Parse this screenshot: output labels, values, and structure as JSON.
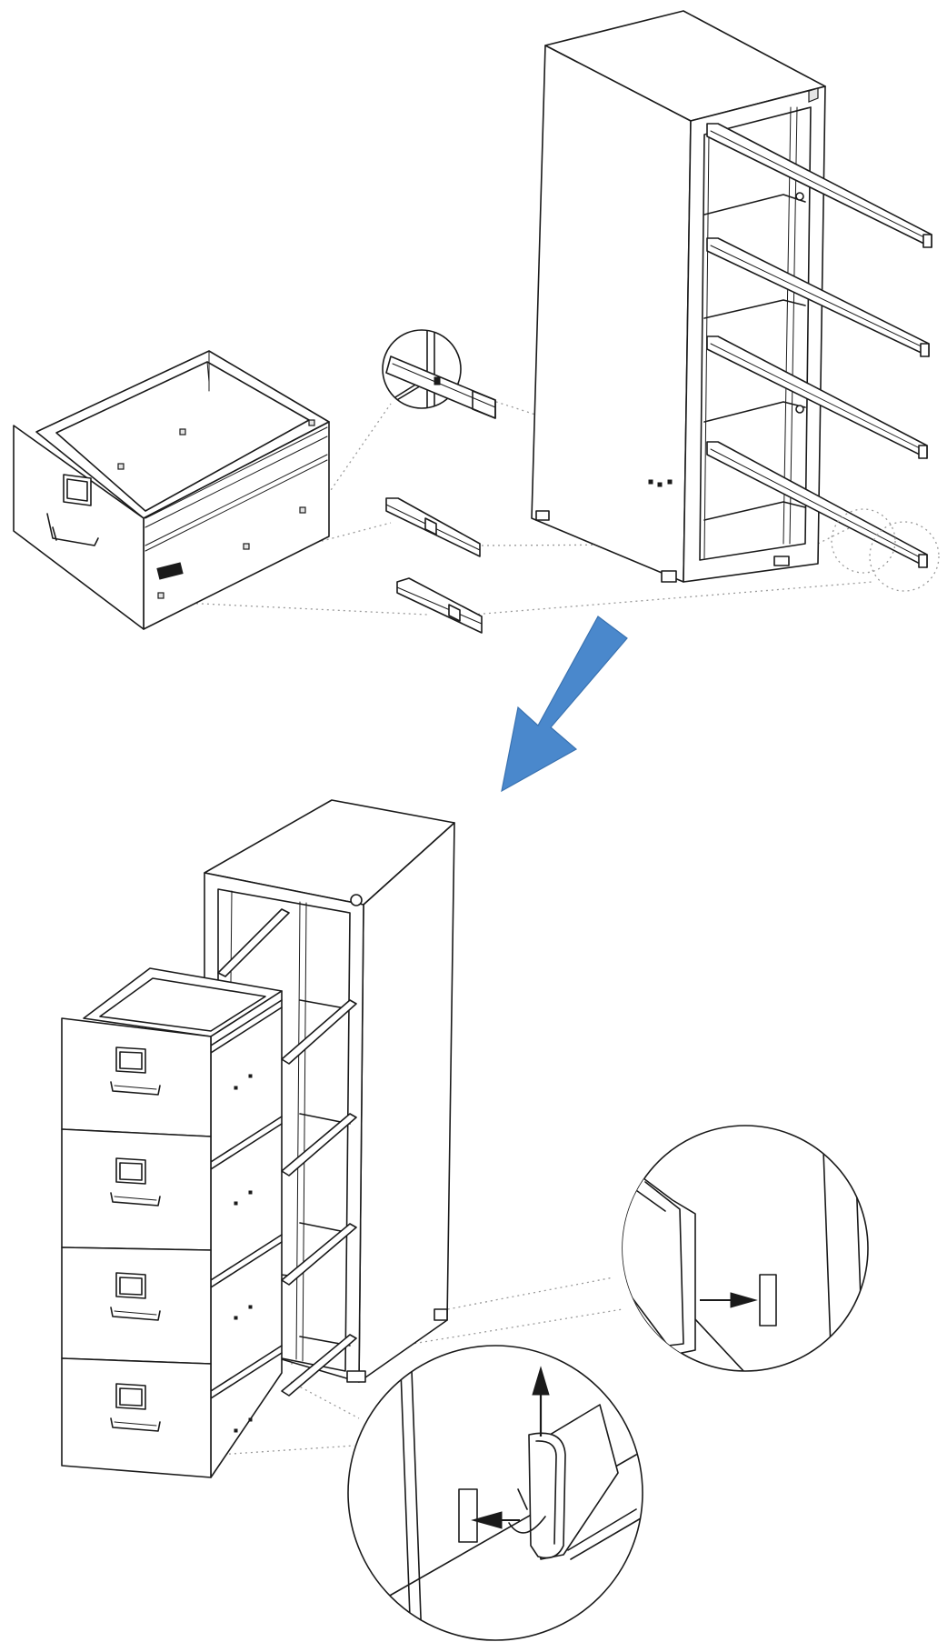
{
  "colors": {
    "line": "#1a1a1a",
    "background": "#ffffff",
    "arrow_fill": "#4a88cc",
    "arrow_stroke": "#3a72b0",
    "leader": "#9a9a9a"
  },
  "icons": {
    "down_arrow": "arrow-down-left-icon",
    "detail_arrow": "arrow-right-icon",
    "release_arrow": "arrow-up-icon",
    "push_arrow": "arrow-left-icon"
  },
  "steps": [
    {
      "id": "step-1",
      "drawers_installed": 0,
      "slides_extended": 4
    },
    {
      "id": "step-2",
      "drawers_installed": 4,
      "slides_extended": 4
    }
  ]
}
